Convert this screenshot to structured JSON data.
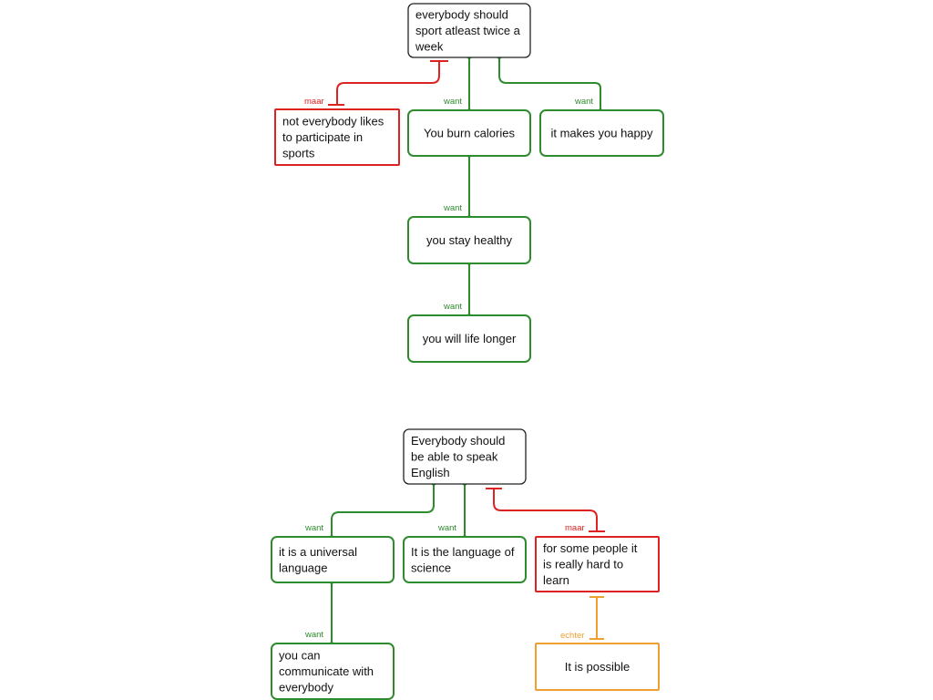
{
  "colors": {
    "neutral": "#222222",
    "support": "#2e8b2e",
    "objection": "#dd2222",
    "rebuttal": "#f0a030"
  },
  "maps": [
    {
      "nodes": [
        {
          "id": "claim",
          "text": [
            "everybody should",
            "sport atleast twice a",
            "week"
          ],
          "kind": "neutral"
        },
        {
          "id": "objection",
          "text": [
            "not everybody likes",
            "to participate in",
            "sports"
          ],
          "kind": "objection"
        },
        {
          "id": "calories",
          "text": [
            "You burn calories"
          ],
          "kind": "support"
        },
        {
          "id": "happy",
          "text": [
            "it makes you happy"
          ],
          "kind": "support"
        },
        {
          "id": "healthy",
          "text": [
            "you stay healthy"
          ],
          "kind": "support"
        },
        {
          "id": "longer",
          "text": [
            "you will life longer"
          ],
          "kind": "support"
        }
      ],
      "connectors": [
        {
          "from": "objection",
          "to": "claim",
          "label": "maar",
          "kind": "objection"
        },
        {
          "from": "calories",
          "to": "claim",
          "label": "want",
          "kind": "support"
        },
        {
          "from": "happy",
          "to": "claim",
          "label": "want",
          "kind": "support"
        },
        {
          "from": "healthy",
          "to": "calories",
          "label": "want",
          "kind": "support"
        },
        {
          "from": "longer",
          "to": "healthy",
          "label": "want",
          "kind": "support"
        }
      ]
    },
    {
      "nodes": [
        {
          "id": "claim2",
          "text": [
            "Everybody should",
            "be able to speak",
            "English"
          ],
          "kind": "neutral"
        },
        {
          "id": "universal",
          "text": [
            "it is a universal",
            "language"
          ],
          "kind": "support"
        },
        {
          "id": "science",
          "text": [
            "It is the language of",
            "science"
          ],
          "kind": "support"
        },
        {
          "id": "hard",
          "text": [
            "for some people it",
            "is really hard to",
            "learn"
          ],
          "kind": "objection"
        },
        {
          "id": "communicate",
          "text": [
            "you can",
            "communicate with",
            "everybody"
          ],
          "kind": "support"
        },
        {
          "id": "possible",
          "text": [
            "It is possible"
          ],
          "kind": "rebuttal"
        }
      ],
      "connectors": [
        {
          "from": "universal",
          "to": "claim2",
          "label": "want",
          "kind": "support"
        },
        {
          "from": "science",
          "to": "claim2",
          "label": "want",
          "kind": "support"
        },
        {
          "from": "hard",
          "to": "claim2",
          "label": "maar",
          "kind": "objection"
        },
        {
          "from": "communicate",
          "to": "universal",
          "label": "want",
          "kind": "support"
        },
        {
          "from": "possible",
          "to": "hard",
          "label": "echter",
          "kind": "rebuttal"
        }
      ]
    }
  ]
}
